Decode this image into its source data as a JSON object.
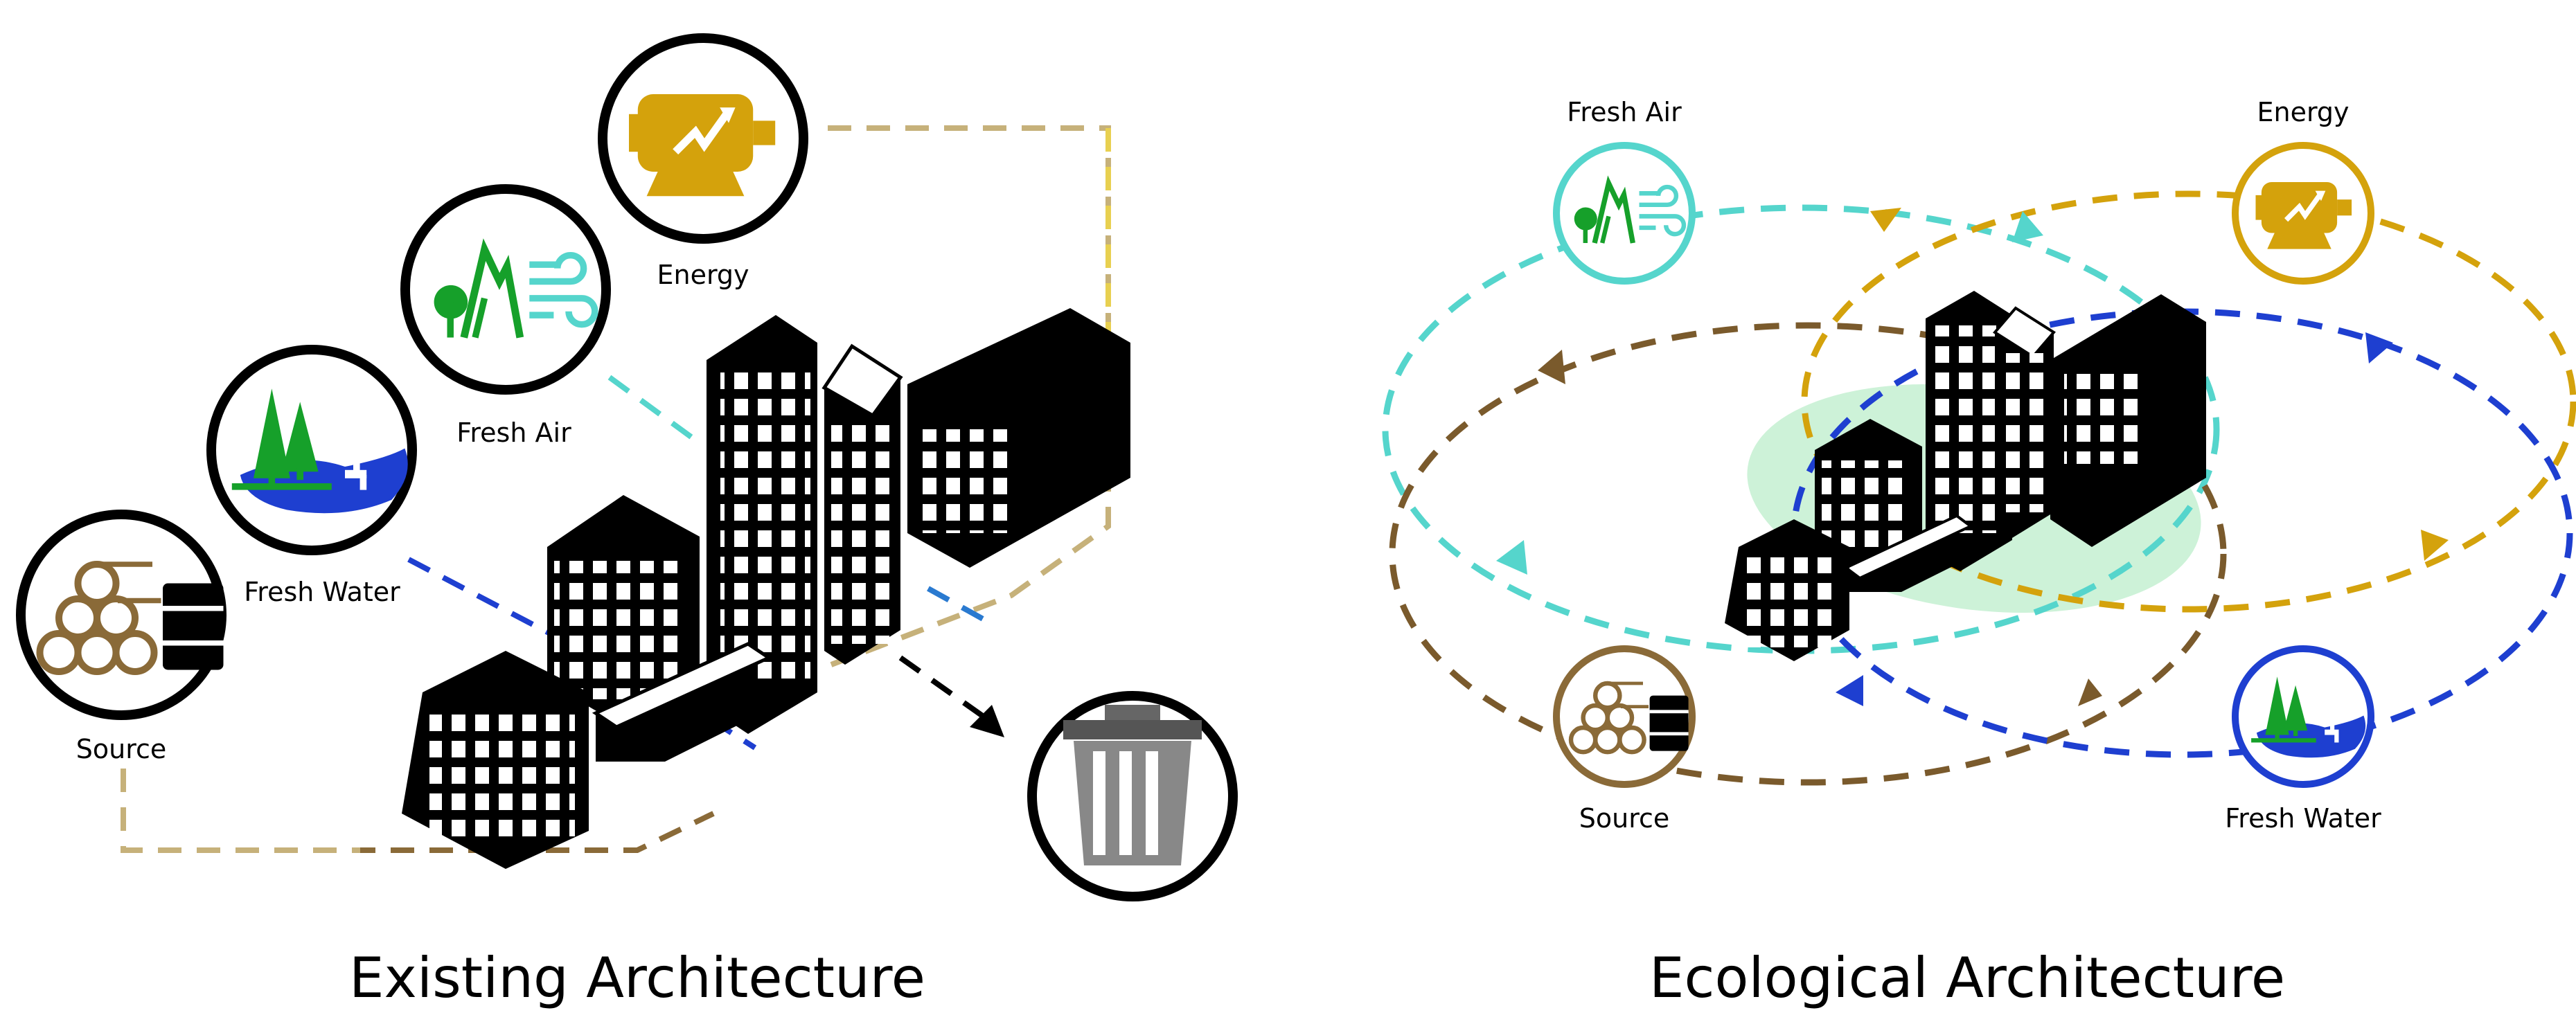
{
  "colors": {
    "energy": "#d4a20c",
    "fresh_air": "#55d5cc",
    "fresh_water": "#1e3fd0",
    "source": "#8a6a38",
    "green": "#16a02a",
    "tan_line": "#c6b17a",
    "light_green": "#cdf2d8",
    "black": "#000000"
  },
  "existing": {
    "title": "Existing Architecture",
    "labels": {
      "energy": "Energy",
      "fresh_air": "Fresh Air",
      "fresh_water": "Fresh Water",
      "source": "Source"
    }
  },
  "ecological": {
    "title": "Ecological Architecture",
    "labels": {
      "energy": "Energy",
      "fresh_air": "Fresh Air",
      "fresh_water": "Fresh Water",
      "source": "Source"
    }
  },
  "icons": [
    "energy-icon",
    "fresh-air-icon",
    "fresh-water-icon",
    "source-icon",
    "trash-can-icon",
    "building-icon"
  ]
}
